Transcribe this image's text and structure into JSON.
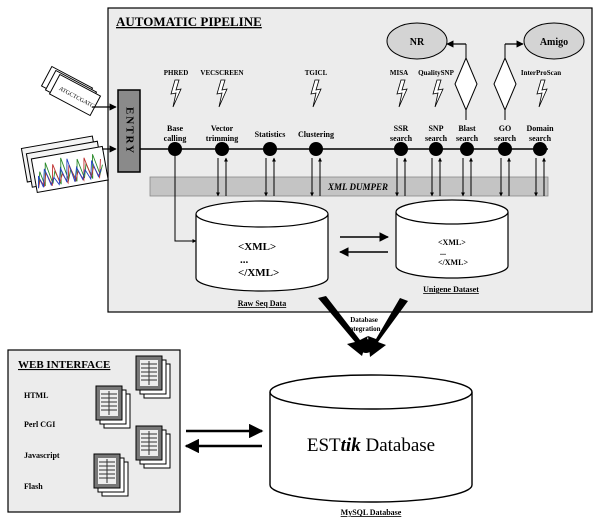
{
  "pipeline": {
    "title": "AUTOMATIC PIPELINE",
    "entry_label": "ENTRY",
    "input_card_text": "ATGCTCGATC",
    "tools": [
      "PHRED",
      "VECSCREEN",
      "TGICL",
      "MISA",
      "QualitySNP",
      "InterProScan"
    ],
    "steps": [
      {
        "line1": "Base",
        "line2": "calling"
      },
      {
        "line1": "Vector",
        "line2": "trimming"
      },
      {
        "line1": "Statistics",
        "line2": ""
      },
      {
        "line1": "Clustering",
        "line2": ""
      },
      {
        "line1": "SSR",
        "line2": "search"
      },
      {
        "line1": "SNP",
        "line2": "search"
      },
      {
        "line1": "Blast",
        "line2": "search"
      },
      {
        "line1": "GO",
        "line2": "search"
      },
      {
        "line1": "Domain",
        "line2": "search"
      }
    ],
    "nr_label": "NR",
    "amigo_label": "Amigo",
    "dumper_label": "XML DUMPER",
    "raw_db": {
      "line1": "<XML>",
      "dots": "...",
      "line3": "</XML>",
      "caption": "Raw Seq Data"
    },
    "unigene_db": {
      "line1": "<XML>",
      "dots": "...",
      "line3": "</XML>",
      "caption": "Unigene Dataset"
    }
  },
  "integration_label_1": "Database",
  "integration_label_2": "integration",
  "web": {
    "title": "WEB INTERFACE",
    "items": [
      "HTML",
      "Perl CGI",
      "Javascript",
      "Flash"
    ]
  },
  "main_db": {
    "prefix": "EST",
    "emph": "tik",
    "suffix": " Database",
    "caption": "MySQL Database"
  }
}
